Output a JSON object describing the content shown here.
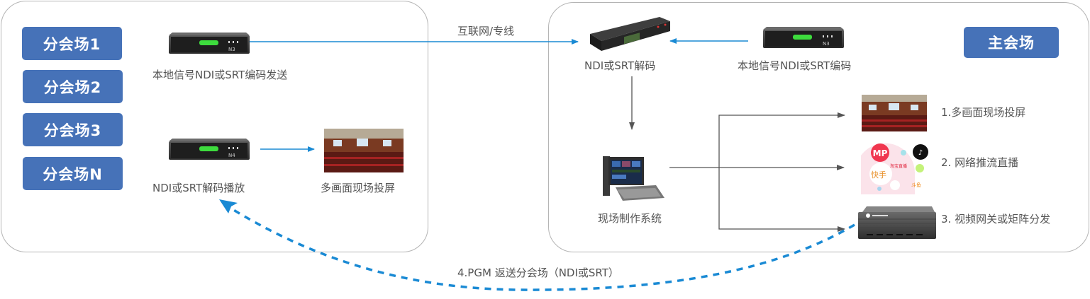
{
  "branch_sites": [
    "分会场1",
    "分会场2",
    "分会场3",
    "分会场N"
  ],
  "main_site": "主会场",
  "left_panel": {
    "encoder_label": "本地信号NDI或SRT编码发送",
    "decoder_label": "NDI或SRT解码播放",
    "screen_label": "多画面现场投屏"
  },
  "link_label": "互联网/专线",
  "right_panel": {
    "decoder_label": "NDI或SRT解码",
    "encoder_label": "本地信号NDI或SRT编码",
    "production_label": "现场制作系统",
    "outputs": [
      "1.多画面现场投屏",
      "2. 网络推流直播",
      "3. 视频网关或矩阵分发"
    ],
    "streaming_logos": [
      "MP",
      "抖音",
      "快手",
      "淘宝直播",
      "斗鱼"
    ]
  },
  "return_label": "4.PGM 返送分会场（NDI或SRT）",
  "colors": {
    "tag_blue": "#4672b8",
    "link_blue": "#1a8ad4",
    "arrow_gray": "#555555",
    "panel_border": "#b4b4b4"
  }
}
